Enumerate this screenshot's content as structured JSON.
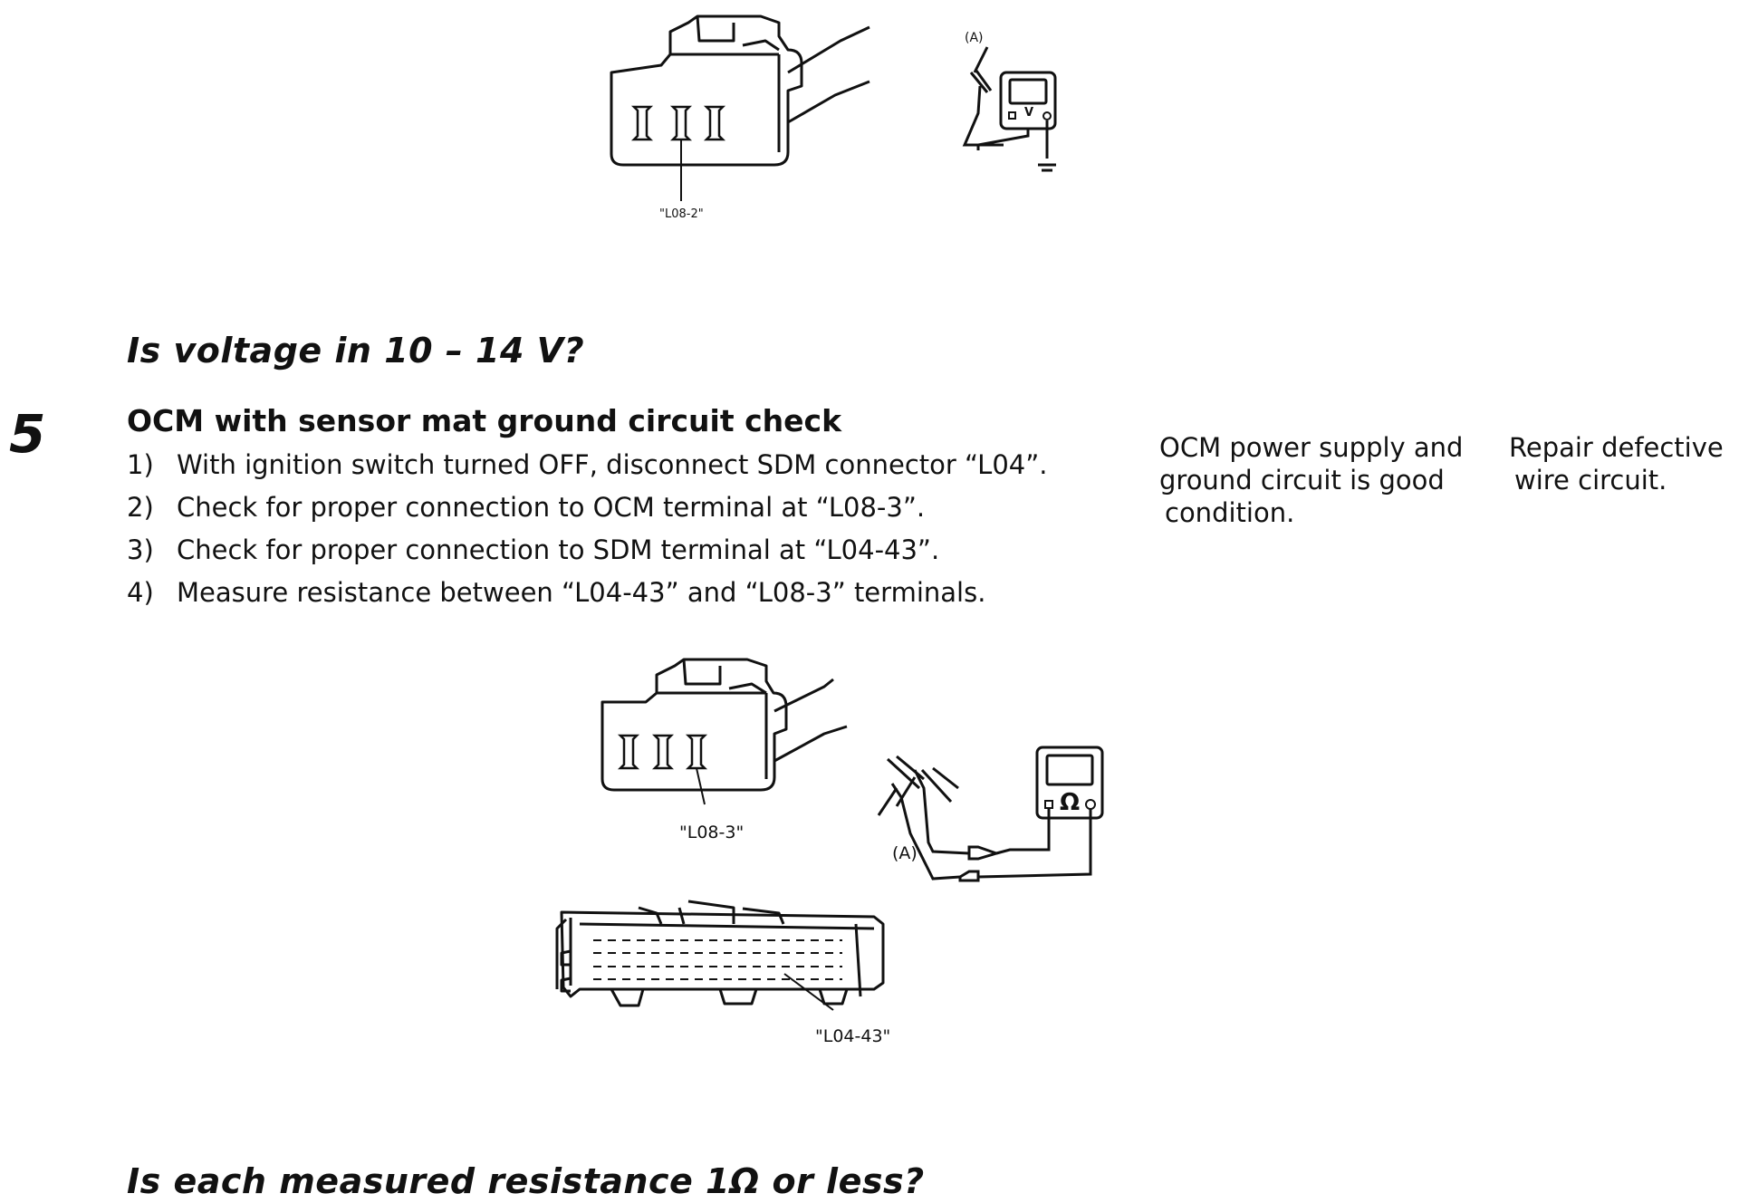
{
  "figure_top": {
    "terminal_label": "\"L08-2\"",
    "probe_label": "(A)",
    "meter_symbol": "V"
  },
  "question_voltage": "Is voltage in 10 – 14 V?",
  "step": {
    "number": "5",
    "title": "OCM with sensor mat ground circuit check",
    "items": [
      {
        "num": "1)",
        "text": "With ignition switch turned OFF, disconnect SDM connector “L04”."
      },
      {
        "num": "2)",
        "text": "Check for proper connection to OCM terminal at “L08-3”."
      },
      {
        "num": "3)",
        "text": "Check for proper connection to SDM terminal at “L04-43”."
      },
      {
        "num": "4)",
        "text": "Measure resistance between “L04-43” and “L08-3” terminals."
      }
    ],
    "yes_lines": [
      "OCM power supply and",
      "ground circuit is good",
      "condition."
    ],
    "no_lines": [
      "Repair defective",
      "wire circuit."
    ]
  },
  "figure_bottom": {
    "ocm_terminal_label": "\"L08-3\"",
    "sdm_terminal_label": "\"L04-43\"",
    "probe_label": "(A)",
    "meter_symbol": "Ω"
  },
  "question_resistance": "Is each measured resistance 1Ω or less?"
}
